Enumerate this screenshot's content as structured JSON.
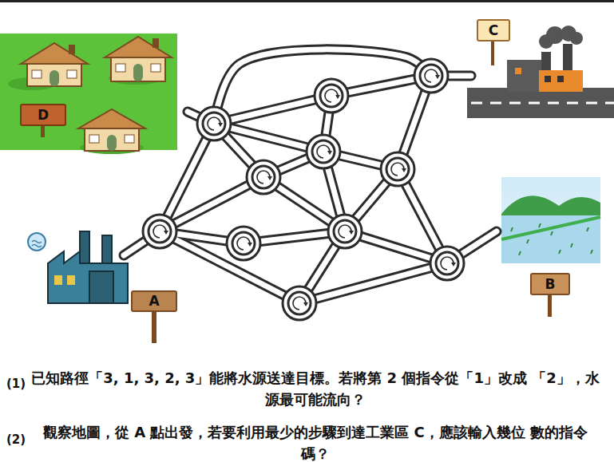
{
  "diagram": {
    "nodes": [
      {
        "text": [
          "C"
        ]
      },
      {
        "text": [
          "D"
        ]
      },
      {
        "text": [
          "B"
        ]
      },
      {
        "text": [
          "A"
        ]
      }
    ],
    "labels": [
      "(1)",
      "已知路徑「3, 1, 3, 2, 3」能將水源送達目標。若將第 2 個指令從「1」改成 「2」，水源最可能流向？",
      "(2)",
      "觀察地圖，從 A 點出發，若要利用最少的步驟到達工業區 C，應該輸入幾位 數的指令碼？"
    ]
  }
}
